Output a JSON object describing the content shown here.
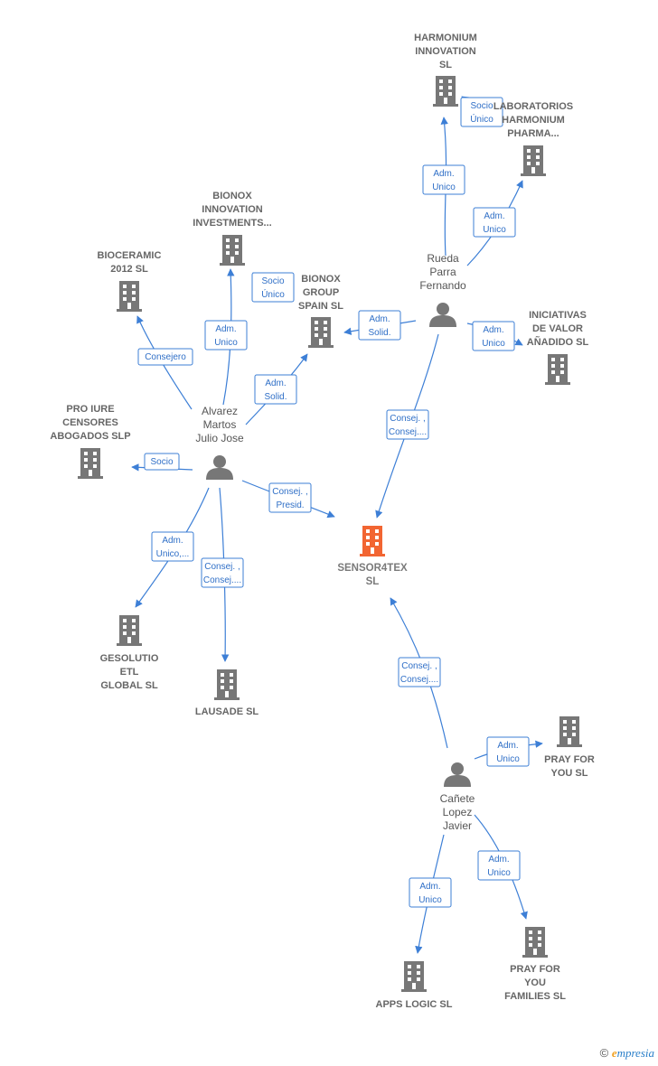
{
  "colors": {
    "edge": "#3d7fd6",
    "node": "#777777",
    "main_node": "#f26532"
  },
  "nodes": [
    {
      "id": "harmonium",
      "kind": "company",
      "lines": [
        "HARMONIUM",
        "INNOVATION",
        "SL"
      ]
    },
    {
      "id": "laboratorios",
      "kind": "company",
      "lines": [
        "LABORATORIOS",
        "HARMONIUM",
        "PHARMA..."
      ]
    },
    {
      "id": "bionox_inv",
      "kind": "company",
      "lines": [
        "BIONOX",
        "INNOVATION",
        "INVESTMENTS..."
      ]
    },
    {
      "id": "bioceramic",
      "kind": "company",
      "lines": [
        "BIOCERAMIC",
        "2012 SL"
      ]
    },
    {
      "id": "bionox_group",
      "kind": "company",
      "lines": [
        "BIONOX",
        "GROUP",
        "SPAIN  SL"
      ]
    },
    {
      "id": "iniciativas",
      "kind": "company",
      "lines": [
        "INICIATIVAS",
        "DE VALOR",
        "AÑADIDO  SL"
      ]
    },
    {
      "id": "pro_iure",
      "kind": "company",
      "lines": [
        "PRO IURE",
        "CENSORES",
        "ABOGADOS SLP"
      ]
    },
    {
      "id": "sensor4tex",
      "kind": "main",
      "lines": [
        "SENSOR4TEX",
        "SL"
      ]
    },
    {
      "id": "gesolutio",
      "kind": "company",
      "lines": [
        "GESOLUTIO",
        "ETL",
        "GLOBAL  SL"
      ]
    },
    {
      "id": "lausade",
      "kind": "company",
      "lines": [
        "LAUSADE SL"
      ]
    },
    {
      "id": "pray_you",
      "kind": "company",
      "lines": [
        "PRAY FOR",
        "YOU  SL"
      ]
    },
    {
      "id": "apps_logic",
      "kind": "company",
      "lines": [
        "APPS LOGIC SL"
      ]
    },
    {
      "id": "pray_families",
      "kind": "company",
      "lines": [
        "PRAY FOR",
        "YOU",
        "FAMILIES  SL"
      ]
    },
    {
      "id": "rueda",
      "kind": "person",
      "lines": [
        "Rueda",
        "Parra",
        "Fernando"
      ]
    },
    {
      "id": "alvarez",
      "kind": "person",
      "lines": [
        "Alvarez",
        "Martos",
        "Julio Jose"
      ]
    },
    {
      "id": "canete",
      "kind": "person",
      "lines": [
        "Cañete",
        "Lopez",
        "Javier"
      ]
    }
  ],
  "edges": [
    {
      "from": "rueda",
      "to": "harmonium",
      "lines": [
        "Adm.",
        "Unico"
      ]
    },
    {
      "from": "rueda",
      "to": "harmonium",
      "lines": [
        "Socio",
        "Único"
      ]
    },
    {
      "from": "rueda",
      "to": "laboratorios",
      "lines": [
        "Adm.",
        "Unico"
      ]
    },
    {
      "from": "rueda",
      "to": "bionox_group",
      "lines": [
        "Adm.",
        "Solid."
      ]
    },
    {
      "from": "rueda",
      "to": "iniciativas",
      "lines": [
        "Adm.",
        "Unico"
      ]
    },
    {
      "from": "rueda",
      "to": "sensor4tex",
      "lines": [
        "Consej. ,",
        "Consej...."
      ]
    },
    {
      "from": "alvarez",
      "to": "bionox_inv",
      "lines": [
        "Adm.",
        "Unico"
      ]
    },
    {
      "from": "alvarez",
      "to": "bionox_inv",
      "lines": [
        "Socio",
        "Único"
      ]
    },
    {
      "from": "alvarez",
      "to": "bioceramic",
      "lines": [
        "Consejero"
      ]
    },
    {
      "from": "alvarez",
      "to": "bionox_group",
      "lines": [
        "Adm.",
        "Solid."
      ]
    },
    {
      "from": "alvarez",
      "to": "pro_iure",
      "lines": [
        "Socio"
      ]
    },
    {
      "from": "alvarez",
      "to": "sensor4tex",
      "lines": [
        "Consej. ,",
        "Presid."
      ]
    },
    {
      "from": "alvarez",
      "to": "gesolutio",
      "lines": [
        "Adm.",
        "Unico,..."
      ]
    },
    {
      "from": "alvarez",
      "to": "lausade",
      "lines": [
        "Consej. ,",
        "Consej...."
      ]
    },
    {
      "from": "canete",
      "to": "sensor4tex",
      "lines": [
        "Consej. ,",
        "Consej...."
      ]
    },
    {
      "from": "canete",
      "to": "pray_you",
      "lines": [
        "Adm.",
        "Unico"
      ]
    },
    {
      "from": "canete",
      "to": "apps_logic",
      "lines": [
        "Adm.",
        "Unico"
      ]
    },
    {
      "from": "canete",
      "to": "pray_families",
      "lines": [
        "Adm.",
        "Unico"
      ]
    }
  ],
  "copyright": {
    "symbol": "©",
    "brand_initial": "e",
    "brand_rest": "mpresia"
  }
}
